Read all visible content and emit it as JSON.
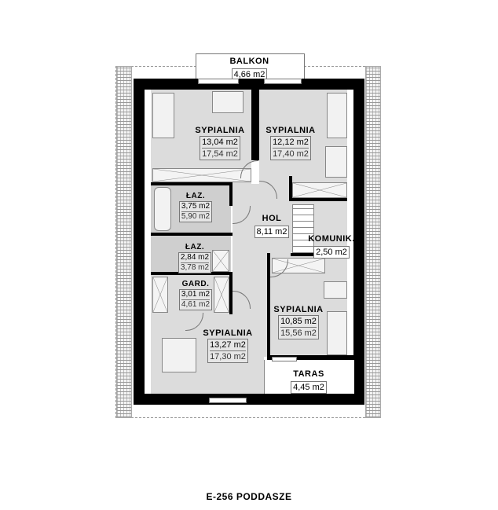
{
  "plan": {
    "caption": "E-256 PODDASZE",
    "rooms": [
      {
        "id": "balkon",
        "name": "BALKON",
        "area_net": "4,66 m2"
      },
      {
        "id": "sypialnia_nw",
        "name": "SYPIALNIA",
        "area_net": "13,04 m2",
        "area_gross": "17,54 m2"
      },
      {
        "id": "sypialnia_ne",
        "name": "SYPIALNIA",
        "area_net": "12,12 m2",
        "area_gross": "17,40 m2"
      },
      {
        "id": "laz_1",
        "name": "ŁAZ.",
        "area_net": "3,75 m2",
        "area_gross": "5,90 m2"
      },
      {
        "id": "hol",
        "name": "HOL",
        "area_net": "8,11 m2"
      },
      {
        "id": "komunik",
        "name": "KOMUNIK.",
        "area_net": "2,50 m2"
      },
      {
        "id": "laz_2",
        "name": "ŁAZ.",
        "area_net": "2,84 m2",
        "area_gross": "3,78 m2"
      },
      {
        "id": "gard",
        "name": "GARD.",
        "area_net": "3,01 m2",
        "area_gross": "4,61 m2"
      },
      {
        "id": "sypialnia_se",
        "name": "SYPIALNIA",
        "area_net": "10,85 m2",
        "area_gross": "15,56 m2"
      },
      {
        "id": "sypialnia_sw",
        "name": "SYPIALNIA",
        "area_net": "13,27 m2",
        "area_gross": "17,30 m2"
      },
      {
        "id": "taras",
        "name": "TARAS",
        "area_net": "4,45 m2"
      }
    ]
  }
}
